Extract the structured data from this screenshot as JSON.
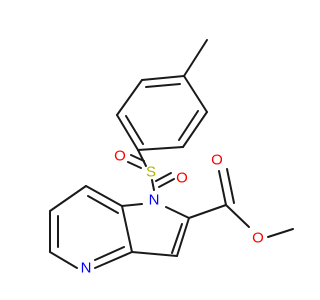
{
  "molecule": {
    "atoms": {
      "sulfur": "S",
      "oxygen_sulfonyl_left": "O",
      "oxygen_sulfonyl_bottom": "O",
      "nitrogen_pyrrole": "N",
      "nitrogen_pyridine": "N",
      "oxygen_carbonyl": "O",
      "oxygen_ester": "O"
    },
    "colors": {
      "bond": "#1a1a1a",
      "sulfur": "#b5b500",
      "oxygen": "#ff0000",
      "nitrogen": "#0000ff"
    }
  }
}
